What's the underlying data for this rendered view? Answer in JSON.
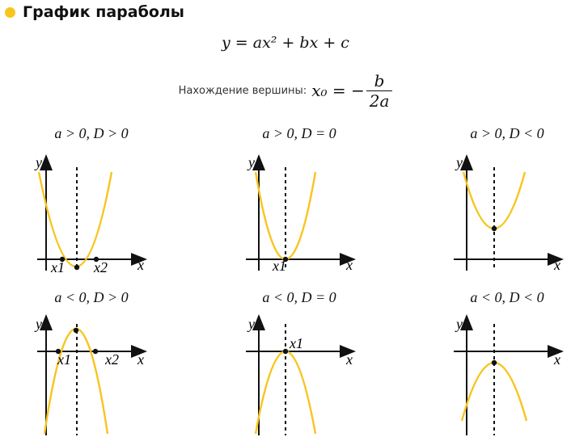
{
  "header": {
    "title": "График параболы"
  },
  "formula": {
    "text": "y = ax² + bx + c"
  },
  "vertex": {
    "label": "Нахождение вершины:",
    "lhs": "x₀ = −",
    "numerator": "b",
    "denominator": "2a"
  },
  "colors": {
    "accent": "#f7c51e",
    "curve": "#f7c51e",
    "axis": "#111111"
  },
  "graphs": [
    {
      "condition": "a > 0, D > 0",
      "y_label": "y",
      "x_label": "x",
      "point_labels": [
        "x1",
        "x2"
      ]
    },
    {
      "condition": "a > 0, D = 0",
      "y_label": "y",
      "x_label": "x",
      "point_labels": [
        "x1"
      ]
    },
    {
      "condition": "a > 0, D < 0",
      "y_label": "y",
      "x_label": "x",
      "point_labels": []
    },
    {
      "condition": "a < 0, D > 0",
      "y_label": "y",
      "x_label": "x",
      "point_labels": [
        "x1",
        "x2"
      ]
    },
    {
      "condition": "a < 0, D = 0",
      "y_label": "y",
      "x_label": "x",
      "point_labels": [
        "x1"
      ]
    },
    {
      "condition": "a < 0, D < 0",
      "y_label": "y",
      "x_label": "x",
      "point_labels": []
    }
  ]
}
